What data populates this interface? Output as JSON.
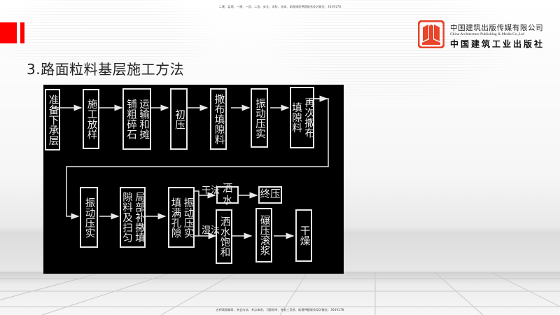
{
  "header": {
    "top_note": "二建、监理、一建、一造、二造、安全、消防、咨询、助理课程押题联系QQ/微信：3649178",
    "title": "3.路面粒料基层施工方法",
    "accent_color": "#ff0000"
  },
  "logo": {
    "name_cn": "中国建筑出版传媒有限公司",
    "name_en": "China Architecture Publishing & Media Co.,Ltd",
    "name_cn_calligraphy": "中国建筑工业出版社",
    "mark_color": "#e8452a"
  },
  "flowchart": {
    "row1": [
      {
        "id": "n1",
        "label": "准备下承层",
        "cols": [
          "准备下承层"
        ]
      },
      {
        "id": "n2",
        "label": "施工放样",
        "cols": [
          "施工放样"
        ]
      },
      {
        "id": "n3",
        "label": "运输和摊铺粗碎石",
        "cols": [
          "运输和摊",
          "铺粗碎石"
        ]
      },
      {
        "id": "n4",
        "label": "初压",
        "cols": [
          "初压"
        ]
      },
      {
        "id": "n5",
        "label": "撒布填隙料",
        "cols": [
          "撒布填隙料"
        ]
      },
      {
        "id": "n6",
        "label": "振动压实",
        "cols": [
          "振动压实"
        ]
      },
      {
        "id": "n7",
        "label": "再次撒布填隙料",
        "cols": [
          "再次撒布",
          "填隙料"
        ]
      }
    ],
    "row2": [
      {
        "id": "n8",
        "label": "振动压实",
        "cols": [
          "振动压实"
        ]
      },
      {
        "id": "n9",
        "label": "局部补撒填隙料及扫匀",
        "cols": [
          "局部补撒填",
          "隙料及扫匀"
        ]
      },
      {
        "id": "n10",
        "label": "振动压实填满孔隙",
        "cols": [
          "振动压实",
          "填满孔隙"
        ]
      }
    ],
    "dry_branch": {
      "label": "干法",
      "nodes": [
        {
          "id": "d1",
          "label": "洒水"
        },
        {
          "id": "d2",
          "label": "终压"
        }
      ]
    },
    "wet_branch": {
      "label": "湿法",
      "nodes": [
        {
          "id": "w1",
          "label": "洒水饱和",
          "cols": [
            "洒水饱和"
          ]
        },
        {
          "id": "w2",
          "label": "碾压滚浆",
          "cols": [
            "碾压滚浆"
          ]
        },
        {
          "id": "w3",
          "label": "干燥",
          "cols": [
            "干燥"
          ]
        }
      ]
    }
  },
  "footer": {
    "note": "名师高频辅导、夹会内训、考点串讲、习题领考、考前三页纸、助理押题联系QQ/微信：3649178"
  }
}
